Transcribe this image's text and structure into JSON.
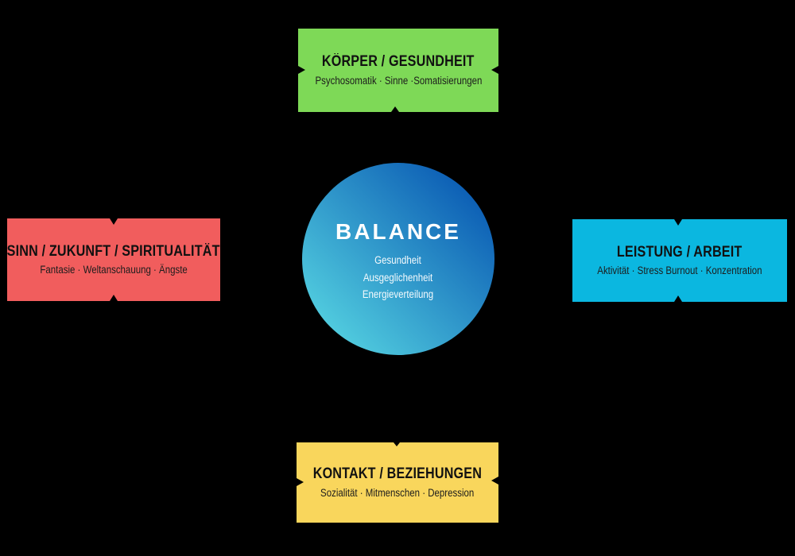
{
  "canvas": {
    "background": "#000000"
  },
  "center": {
    "title": "BALANCE",
    "lines": [
      "Gesundheit",
      "Ausgeglichenheit",
      "Energieverteilung"
    ],
    "gradient_start": "#5DE0E6",
    "gradient_end": "#004AAD",
    "text_color": "#FFFFFF"
  },
  "nodes": {
    "top": {
      "title": "KÖRPER / GESUNDHEIT",
      "subtitle": "Psychosomatik · Sinne ·Somatisierungen",
      "color": "#7ED957"
    },
    "left": {
      "title": "SINN / ZUKUNFT / SPIRITUALITÄT",
      "subtitle": "Fantasie · Weltanschauung · Ängste",
      "color": "#F15D5D"
    },
    "right": {
      "title": "LEISTUNG / ARBEIT",
      "subtitle": "Aktivität · Stress Burnout · Konzentration",
      "color": "#0BB7E0"
    },
    "bottom": {
      "title": "KONTAKT / BEZIEHUNGEN",
      "subtitle": "Sozialität · Mitmenschen · Depression",
      "color": "#F9D65C"
    }
  }
}
